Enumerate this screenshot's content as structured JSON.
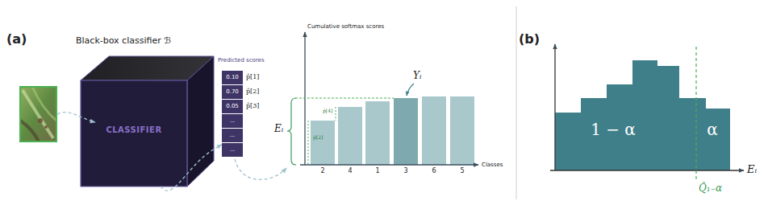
{
  "diagram": {
    "nodes": [
      {
        "text": [
          "Black-box classifier ℬ",
          "CLASSIFIER"
        ]
      },
      {
        "text": [
          "Predicted scores",
          "0.10",
          "0.70",
          "0.05",
          "...",
          "...",
          "..."
        ]
      }
    ],
    "edges": [
      {
        "from": 0,
        "to": 1,
        "arrow": "to"
      }
    ],
    "labels": [
      "(a)",
      "p̂[1]",
      "p̂[2]",
      "p̂[3]",
      "Cumulative softmax scores",
      "Yᵢ",
      "Eᵢ",
      "p̂[2]",
      "p̂[4]",
      "2",
      "4",
      "1",
      "3",
      "6",
      "5",
      "Classes",
      "(b)",
      "1 − α",
      "α",
      "Eᵢ",
      "Q̂₁₋α"
    ]
  }
}
